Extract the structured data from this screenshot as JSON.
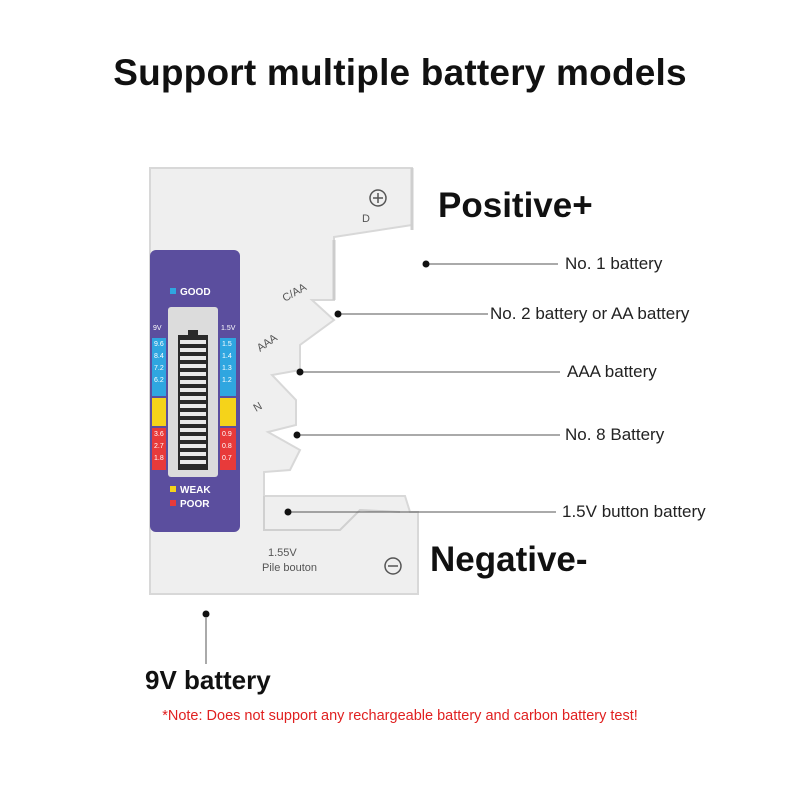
{
  "title": "Support multiple battery models",
  "positive_label": "Positive+",
  "negative_label": "Negative-",
  "nine_volt_label": "9V battery",
  "callouts": [
    "No. 1 battery",
    "No. 2 battery or AA battery",
    "AAA battery",
    "No. 8 Battery",
    "1.5V button battery"
  ],
  "note": "*Note: Does not support any rechargeable battery and carbon battery test!",
  "device": {
    "slot_labels": {
      "d": "D",
      "c_aa": "C/AA",
      "aaa": "AAA",
      "n": "N"
    },
    "button_label_1": "1.55V",
    "button_label_2": "Pile bouton",
    "display": {
      "good": "GOOD",
      "weak": "WEAK",
      "poor": "POOR",
      "left_header": "9V",
      "right_header": "1.5V",
      "left_values": [
        "9.6",
        "8.4",
        "7.2",
        "6.2",
        "",
        "",
        "3.6",
        "2.7",
        "1.8"
      ],
      "right_values": [
        "1.5",
        "1.4",
        "1.3",
        "1.2",
        "",
        "",
        "0.9",
        "0.8",
        "0.7"
      ]
    },
    "colors": {
      "display_bg": "#5b4e9e",
      "good": "#2fa6e0",
      "weak": "#f5d31a",
      "poor": "#e83a3a"
    }
  }
}
